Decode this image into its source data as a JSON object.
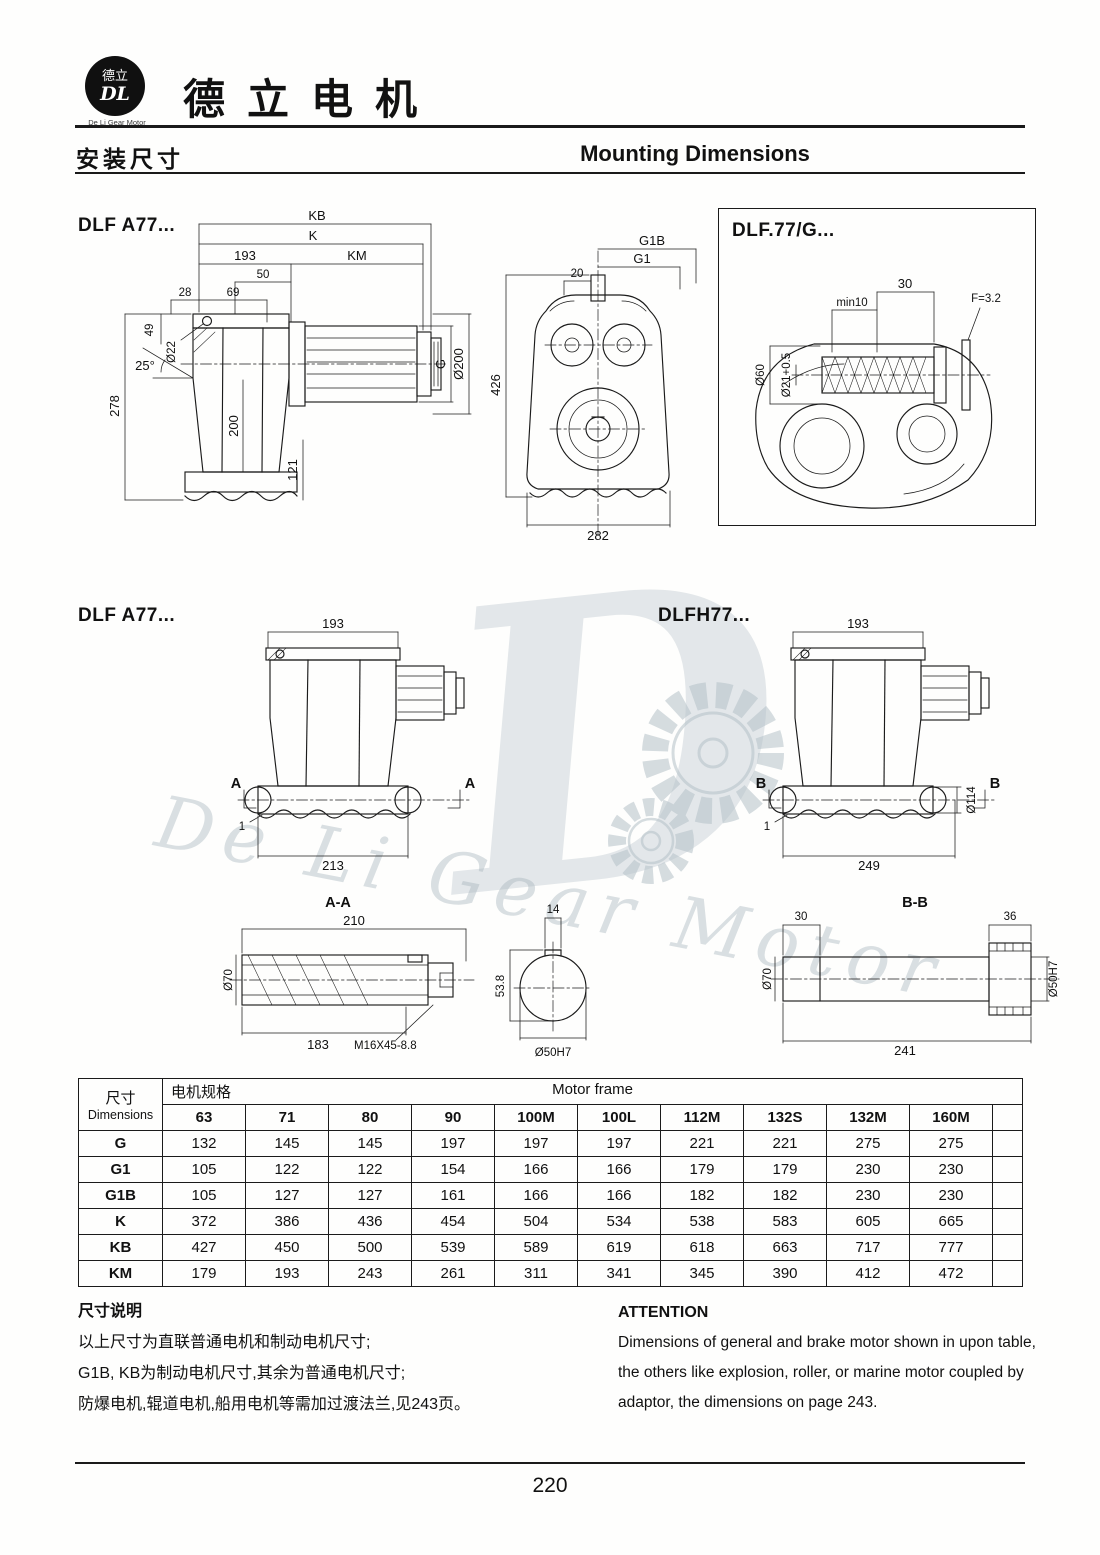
{
  "header": {
    "brand_zh": "德立电机",
    "logo_monogram": "DL",
    "logo_zh": "德立",
    "logo_ring_text": "De Li Gear Motor"
  },
  "section": {
    "title_zh": "安装尺寸",
    "title_en": "Mounting Dimensions"
  },
  "drawings": {
    "top_left": {
      "label": "DLF A77...",
      "dims": {
        "kb": "KB",
        "k": "K",
        "d193": "193",
        "km": "KM",
        "d50": "50",
        "d28": "28",
        "d69": "69",
        "angle": "25°",
        "d49": "49",
        "dia22": "Ø22",
        "d278": "278",
        "d200": "200",
        "d121": "121",
        "g": "G",
        "dia200": "Ø200"
      }
    },
    "front": {
      "dims": {
        "g1b": "G1B",
        "g1": "G1",
        "d20": "20",
        "d426": "426",
        "d282": "282"
      }
    },
    "top_right": {
      "label": "DLF.77/G...",
      "dims": {
        "d30": "30",
        "min10": "min10",
        "f": "F=3.2",
        "dia60": "Ø60",
        "dia21": "Ø21+0.5"
      }
    },
    "mid_left": {
      "label": "DLF A77...",
      "dims": {
        "d193": "193",
        "marker": "A",
        "d1": "1",
        "d213": "213"
      }
    },
    "mid_right": {
      "label": "DLFH77...",
      "dims": {
        "d193": "193",
        "marker": "B",
        "dia114": "Ø114",
        "d1": "1",
        "d249": "249"
      }
    },
    "section_aa": {
      "title": "A-A",
      "dims": {
        "d210": "210",
        "dia70": "Ø70",
        "d183": "183",
        "thread": "M16X45-8.8",
        "d14": "14",
        "d538": "53.8",
        "dia50": "Ø50H7"
      }
    },
    "section_bb": {
      "title": "B-B",
      "dims": {
        "d30": "30",
        "d36": "36",
        "dia70": "Ø70",
        "d241": "241",
        "dia50": "Ø50H7"
      }
    }
  },
  "table": {
    "corner_zh": "尺寸",
    "corner_en": "Dimensions",
    "motor_spec_zh": "电机规格",
    "motor_frame_en": "Motor frame",
    "columns": [
      "63",
      "71",
      "80",
      "90",
      "100M",
      "100L",
      "112M",
      "132S",
      "132M",
      "160M"
    ],
    "rows": [
      {
        "label": "G",
        "values": [
          "132",
          "145",
          "145",
          "197",
          "197",
          "197",
          "221",
          "221",
          "275",
          "275"
        ]
      },
      {
        "label": "G1",
        "values": [
          "105",
          "122",
          "122",
          "154",
          "166",
          "166",
          "179",
          "179",
          "230",
          "230"
        ]
      },
      {
        "label": "G1B",
        "values": [
          "105",
          "127",
          "127",
          "161",
          "166",
          "166",
          "182",
          "182",
          "230",
          "230"
        ]
      },
      {
        "label": "K",
        "values": [
          "372",
          "386",
          "436",
          "454",
          "504",
          "534",
          "538",
          "583",
          "605",
          "665"
        ]
      },
      {
        "label": "KB",
        "values": [
          "427",
          "450",
          "500",
          "539",
          "589",
          "619",
          "618",
          "663",
          "717",
          "777"
        ]
      },
      {
        "label": "KM",
        "values": [
          "179",
          "193",
          "243",
          "261",
          "311",
          "341",
          "345",
          "390",
          "412",
          "472"
        ]
      }
    ]
  },
  "notes": {
    "zh_title": "尺寸说明",
    "zh_lines": [
      "以上尺寸为直联普通电机和制动电机尺寸;",
      "G1B, KB为制动电机尺寸,其余为普通电机尺寸;",
      "防爆电机,辊道电机,船用电机等需加过渡法兰,见243页。"
    ],
    "en_title": "ATTENTION",
    "en_lines": [
      "Dimensions of general and brake motor shown in upon table,",
      "the others like explosion, roller, or marine motor coupled by",
      "adaptor, the dimensions on page 243."
    ]
  },
  "footer": {
    "page_number": "220"
  },
  "watermark": {
    "letter": "D",
    "text": "De Li Gear Motor"
  }
}
